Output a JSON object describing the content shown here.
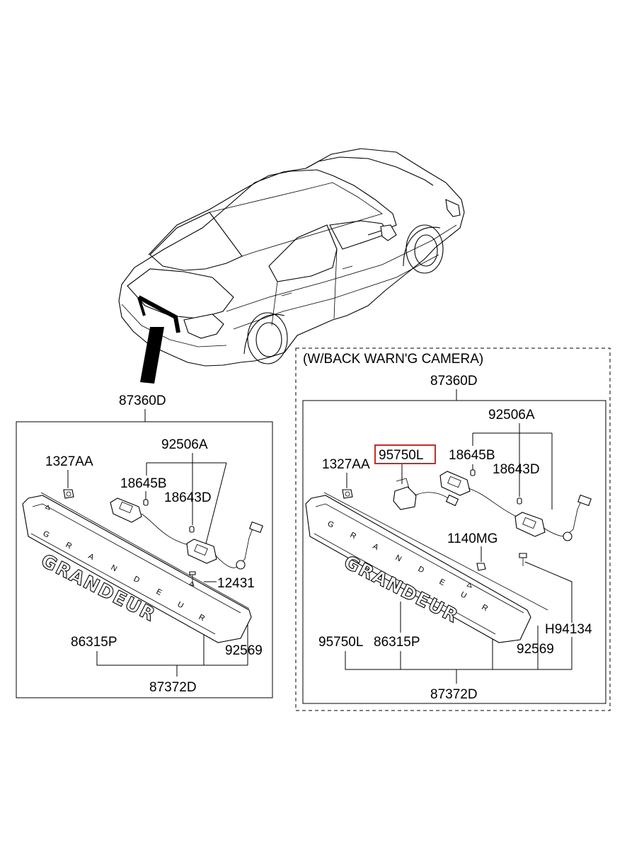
{
  "diagram": {
    "car_label": "87360D",
    "left_panel": {
      "labels": {
        "l1327": "1327AA",
        "l92506": "92506A",
        "l18645": "18645B",
        "l18643": "18643D",
        "l12431": "12431",
        "l86315": "86315P",
        "l92569": "92569",
        "l87372": "87372D"
      },
      "strip_letters": [
        "G",
        "R",
        "A",
        "N",
        "D",
        "E",
        "U",
        "R"
      ],
      "emblem_text": "GRANDEUR"
    },
    "right_panel": {
      "caption": "(W/BACK WARN'G CAMERA)",
      "labels": {
        "l87360": "87360D",
        "l92506": "92506A",
        "l95750": "95750L",
        "l18645": "18645B",
        "l1327": "1327AA",
        "l18643": "18643D",
        "l1140": "1140MG",
        "lh94134": "H94134",
        "l95750b": "95750L",
        "l86315": "86315P",
        "l92569": "92569",
        "l87372": "87372D"
      },
      "strip_letters": [
        "G",
        "R",
        "A",
        "N",
        "D",
        "E",
        "U",
        "R"
      ],
      "emblem_text": "GRANDEUR"
    },
    "colors": {
      "highlight": "#e02020",
      "line": "#000000"
    }
  }
}
